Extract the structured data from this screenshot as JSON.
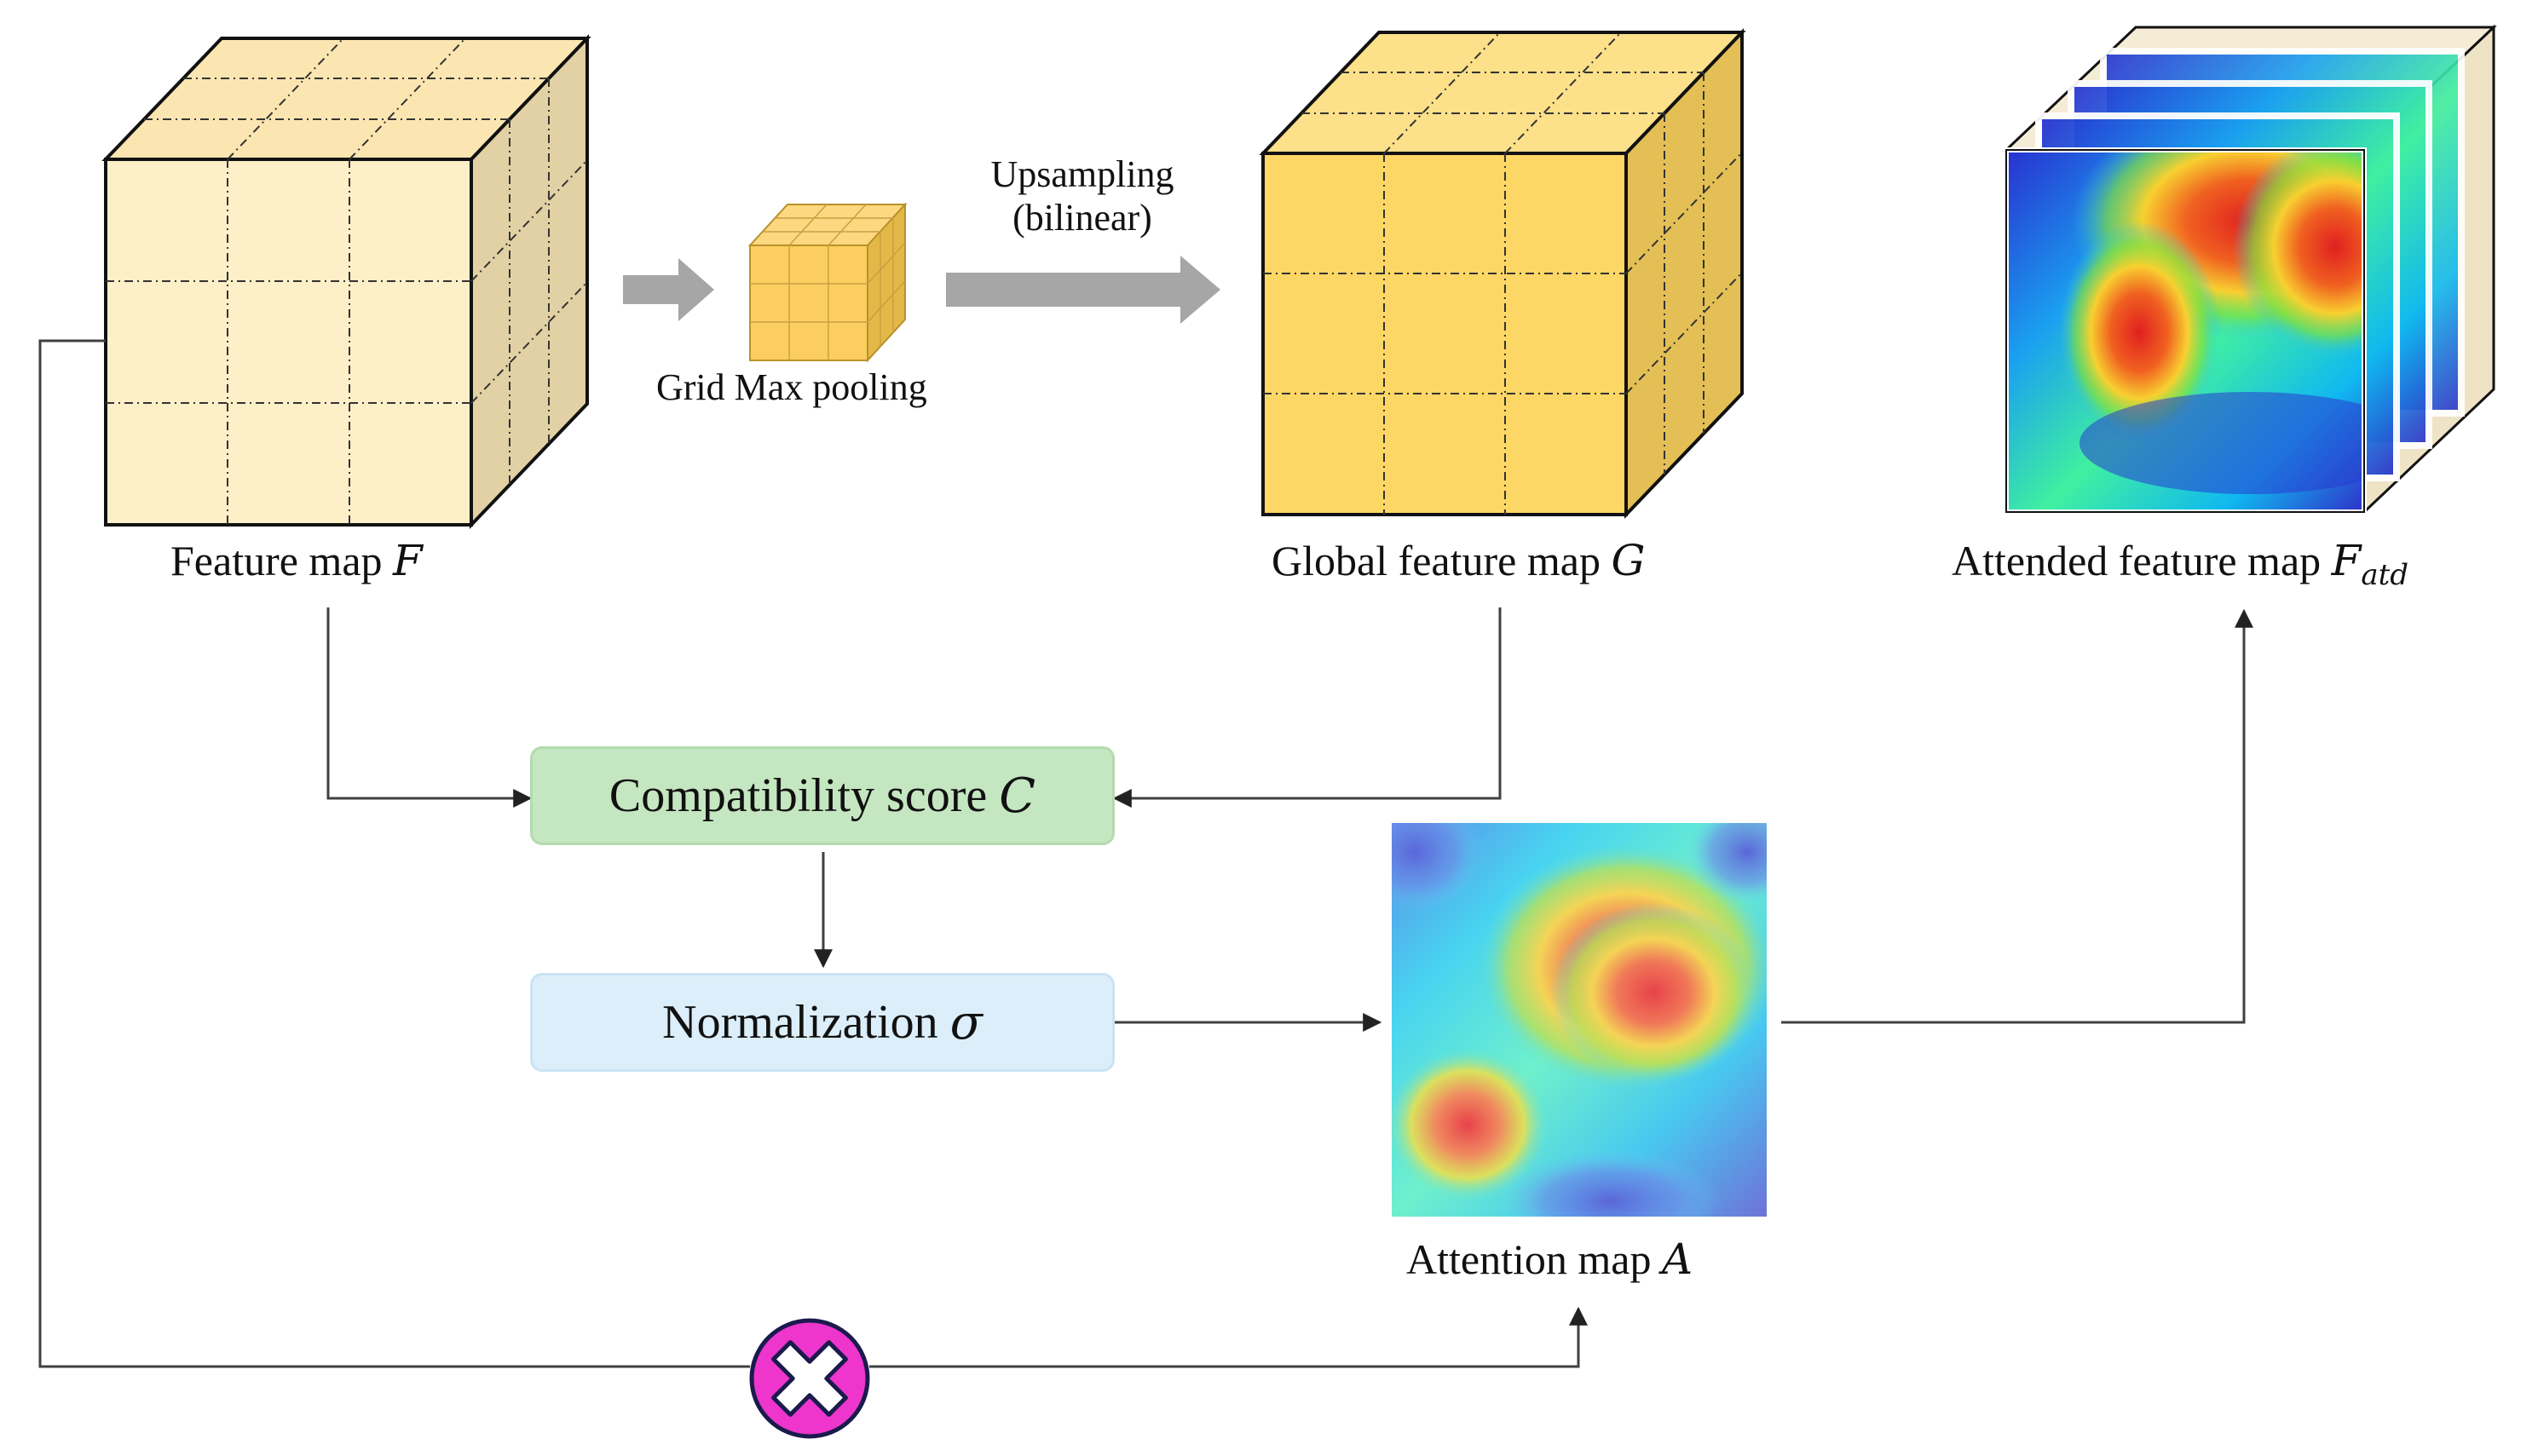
{
  "labels": {
    "feature_map": "Feature map",
    "feature_map_sym": "F",
    "pooling": "Grid Max pooling",
    "upsampling_1": "Upsampling",
    "upsampling_2": "(bilinear)",
    "global_map": "Global feature map",
    "global_map_sym": "G",
    "attended_map": "Attended feature map",
    "attended_map_sym": "F",
    "attended_map_sub": "atd",
    "compatibility": "Compatibility score",
    "compatibility_sym": "C",
    "normalization": "Normalization",
    "normalization_sym": "σ",
    "attention_map": "Attention map",
    "attention_map_sym": "A"
  },
  "colors": {
    "feature_cube_front": "#fdefc8",
    "feature_cube_top": "#fbe6b2",
    "feature_cube_side": "#e2d1a4",
    "global_cube_front": "#fdd766",
    "global_cube_top": "#fce08a",
    "global_cube_side": "#e4bf55",
    "pool_cube": "#fccd60",
    "compat_box": "#c4e6c0",
    "norm_box": "#dbeef9",
    "arrow_gray": "#a6a6a6",
    "line": "#404040",
    "multiply_fill": "#ee35cc",
    "multiply_stroke": "#1a1a4d"
  },
  "icons": {
    "multiply": "multiply-icon",
    "arrow": "gray-block-arrow"
  }
}
